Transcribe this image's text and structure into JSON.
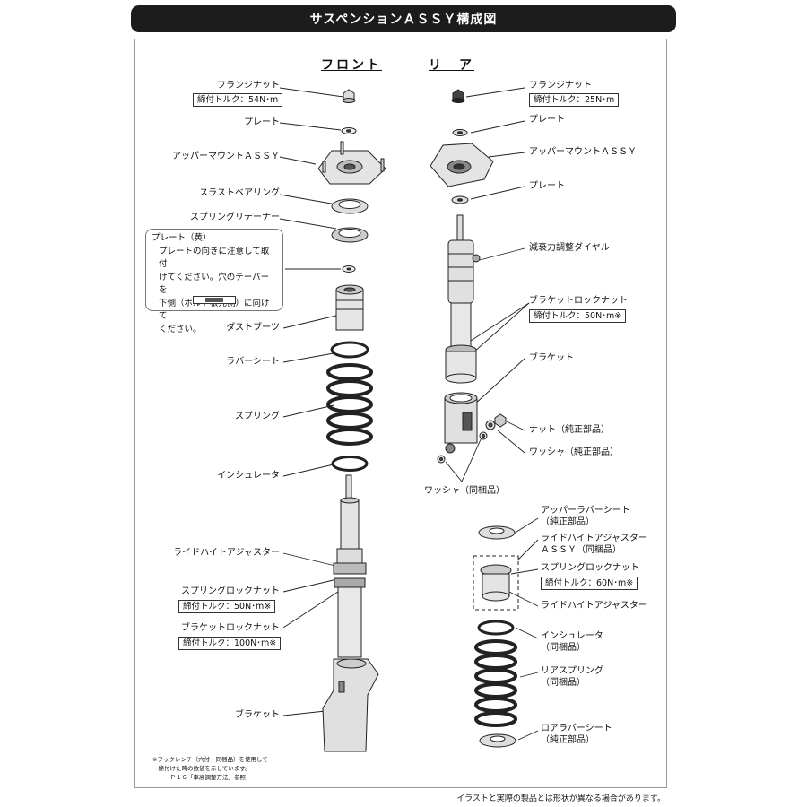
{
  "title": "サスペンションＡＳＳＹ構成図",
  "headings": {
    "front": "フロント",
    "rear": "リ　ア"
  },
  "front": {
    "flange_nut": "フランジナット",
    "flange_nut_torque": "締付トルク：54N･m",
    "plate_1": "プレート",
    "upper_mount": "アッパーマウントＡＳＳＹ",
    "thrust_bearing": "スラストベアリング",
    "spring_retainer": "スプリングリテーナー",
    "dust_boots": "ダストブーツ",
    "rubber_seat": "ラバーシート",
    "spring": "スプリング",
    "insulator": "インシュレータ",
    "ride_height_adjuster": "ライドハイトアジャスター",
    "spring_lock_nut": "スプリングロックナット",
    "spring_lock_nut_torque": "締付トルク：50N･m※",
    "bracket_lock_nut": "ブラケットロックナット",
    "bracket_lock_nut_torque": "締付トルク：100N･m※",
    "bracket": "ブラケット"
  },
  "note": {
    "title": "プレート（黄）",
    "body": "プレートの向きに注意して取付\nけてください。穴のテーパーを\n下側（ボルト根元側）に向けて\nください。"
  },
  "rear": {
    "flange_nut": "フランジナット",
    "flange_nut_torque": "締付トルク：25N･m",
    "plate_1": "プレート",
    "upper_mount": "アッパーマウントＡＳＳＹ",
    "plate_2": "プレート",
    "damping_dial": "減衰力調整ダイヤル",
    "bracket_lock_nut": "ブラケットロックナット",
    "bracket_lock_nut_torque": "締付トルク：50N･m※",
    "bracket": "ブラケット",
    "nut_genuine": "ナット（純正部品）",
    "washer_genuine": "ワッシャ（純正部品）",
    "washer_included": "ワッシャ（同梱品）",
    "upper_rubber_seat": "アッパーラバーシート\n（純正部品）",
    "ride_height_assy": "ライドハイトアジャスター\nＡＳＳＹ（同梱品）",
    "spring_lock_nut": "スプリングロックナット",
    "spring_lock_nut_torque": "締付トルク：60N･m※",
    "ride_height_adjuster": "ライドハイトアジャスター",
    "insulator": "インシュレータ\n（同梱品）",
    "rear_spring": "リアスプリング\n（同梱品）",
    "lower_rubber_seat": "ロアラバーシート\n（純正部品）"
  },
  "footnote": "※フックレンチ（穴付・同梱品）を使用して\n　締付けた時の数値を示しています。\n　　　Ｐ１６「車高調整方法」参照",
  "disclaimer": "イラストと実際の製品とは形状が異なる場合があります。"
}
